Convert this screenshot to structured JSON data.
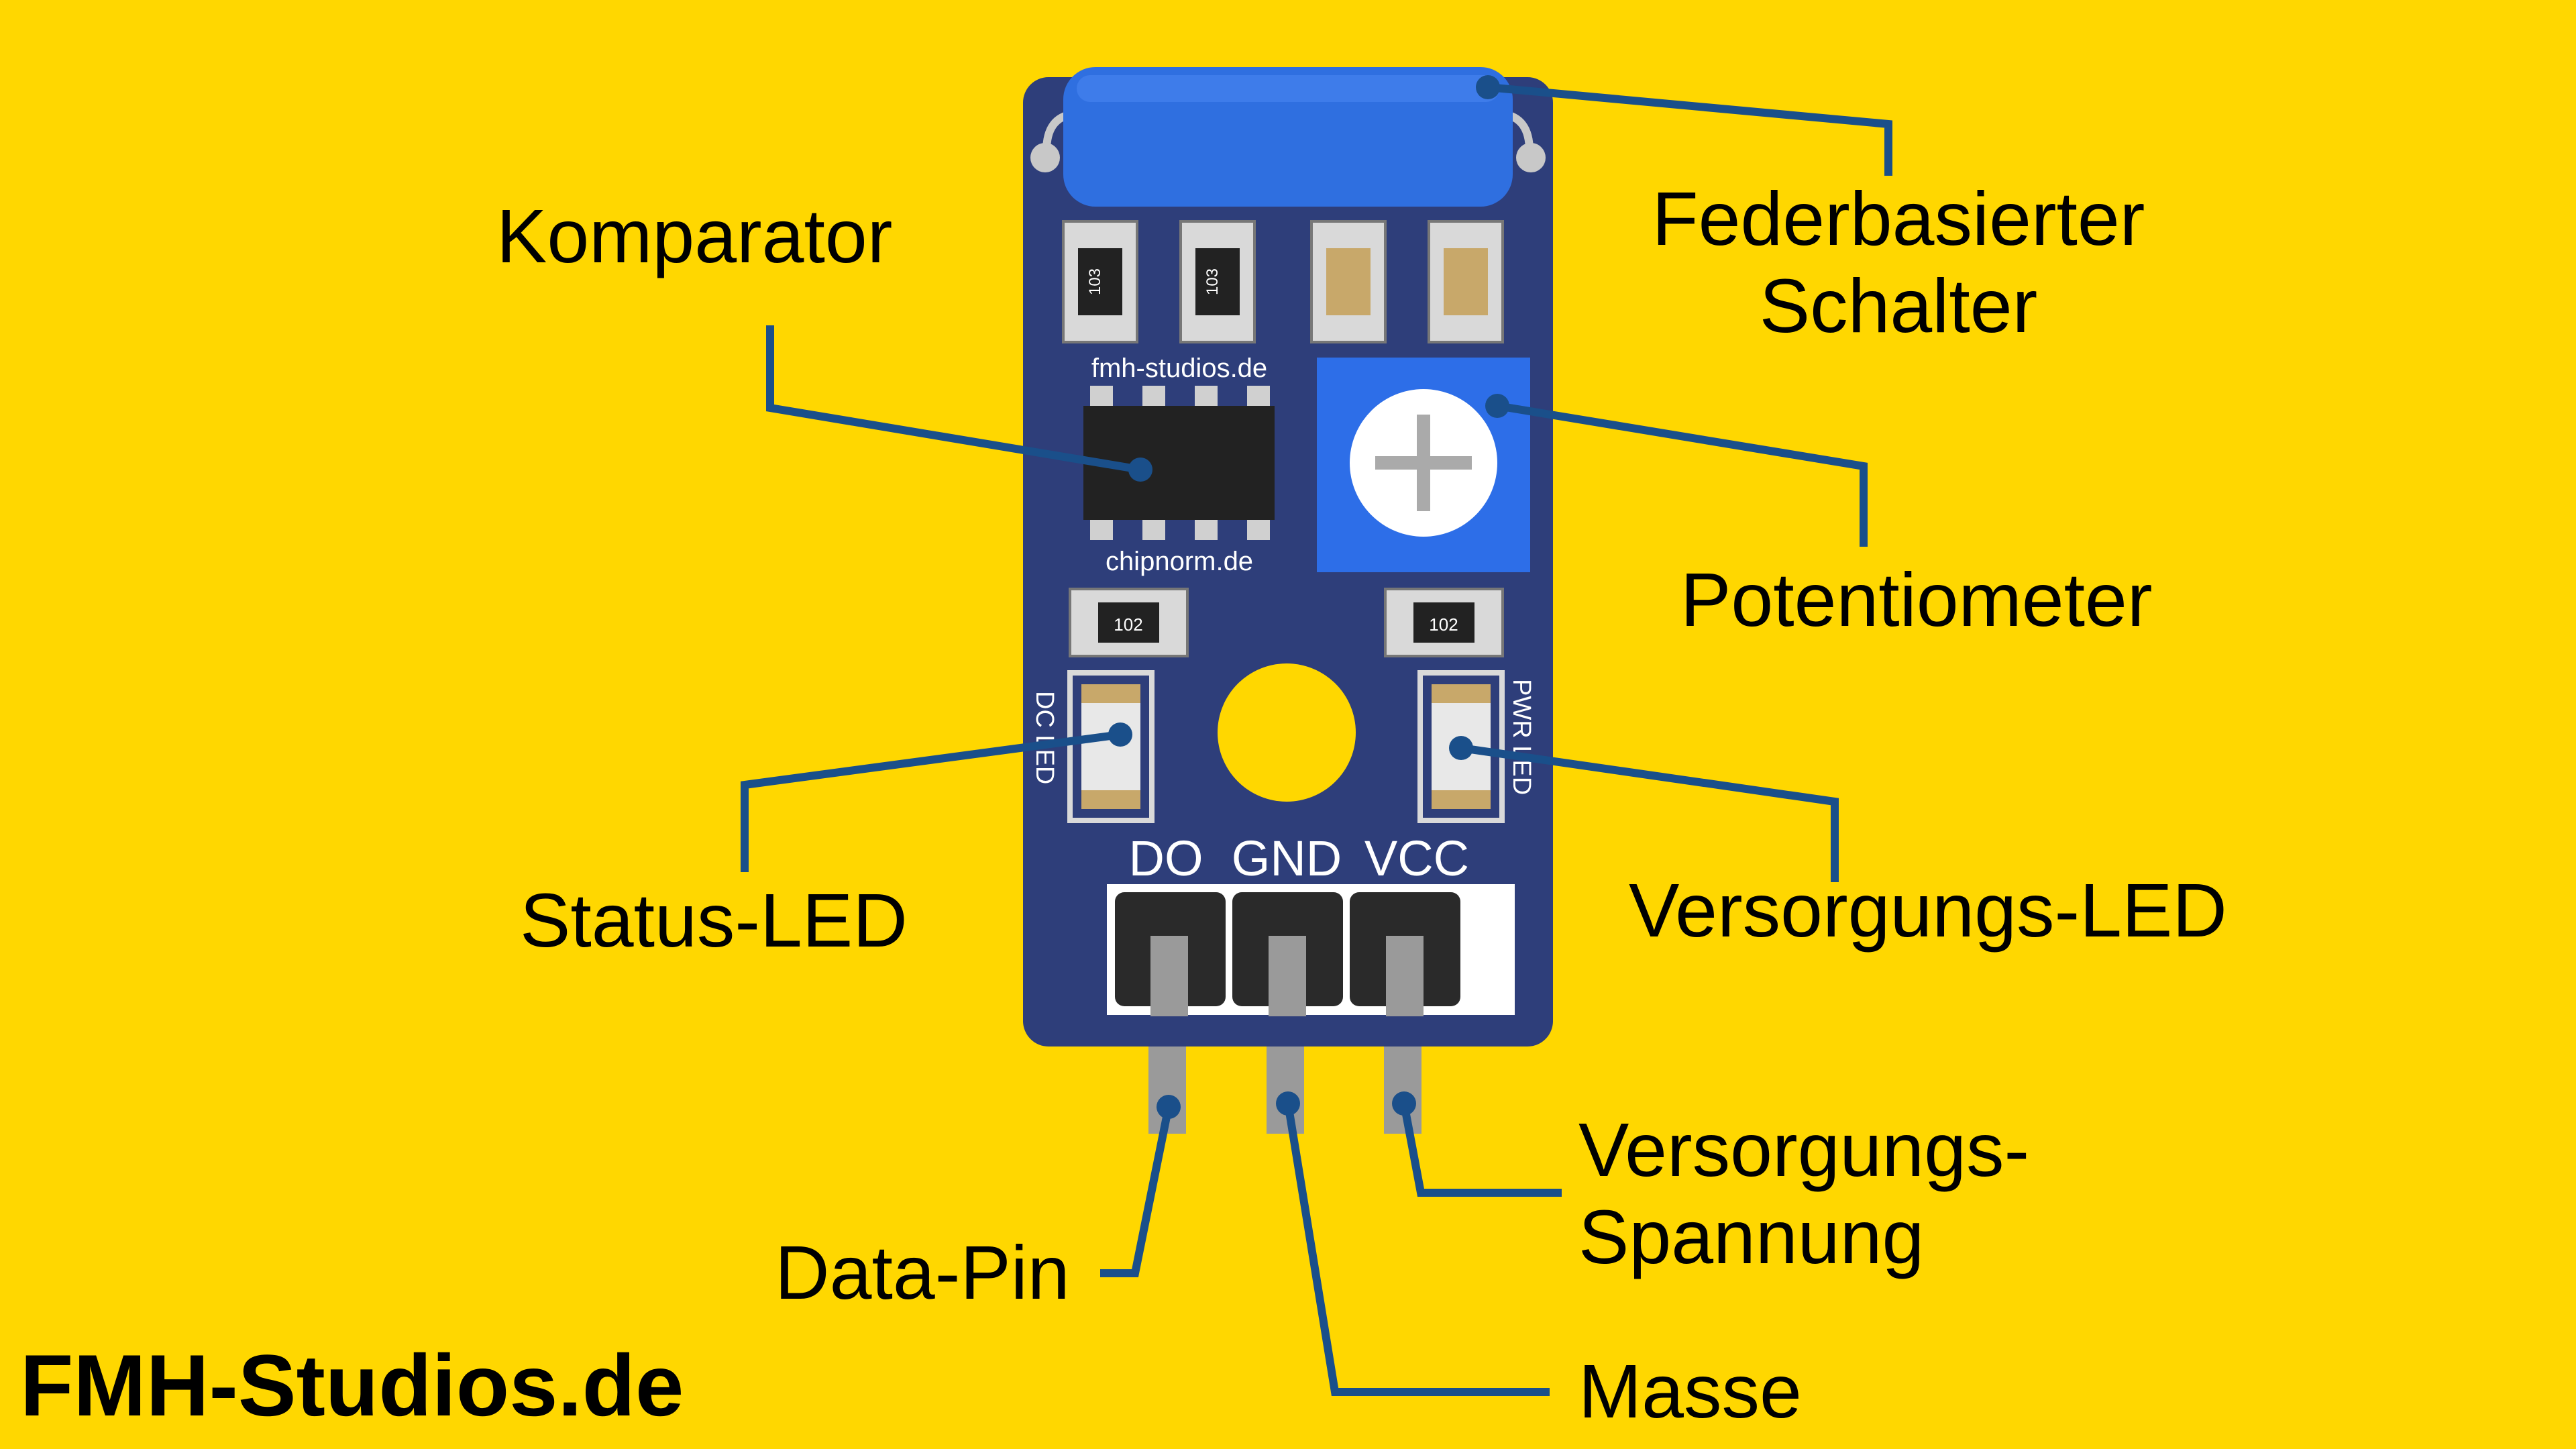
{
  "labels": {
    "komparator": "Komparator",
    "schalter_line1": "Federbasierter",
    "schalter_line2": "Schalter",
    "potentiometer": "Potentiometer",
    "status_led": "Status-LED",
    "versorgungs_led": "Versorgungs-LED",
    "data_pin": "Data-Pin",
    "versorgungsspannung_line1": "Versorgungs-",
    "versorgungsspannung_line2": "Spannung",
    "masse": "Masse"
  },
  "board": {
    "silkscreen_top": "fmh-studios.de",
    "silkscreen_bottom": "chipnorm.de",
    "resistor_codes": [
      "103",
      "103",
      "102",
      "102"
    ],
    "dc_led_label": "DC LED",
    "pwr_led_label": "PWR LED",
    "pin_labels": [
      "DO",
      "GND",
      "VCC"
    ]
  },
  "brand": "FMH-Studios.de",
  "colors": {
    "background": "#FFD700",
    "board": "#2E3E7A",
    "switch": "#2F6FE0",
    "potentiometer": "#2D6EE8",
    "leader_lines": "#1A4F8A"
  }
}
